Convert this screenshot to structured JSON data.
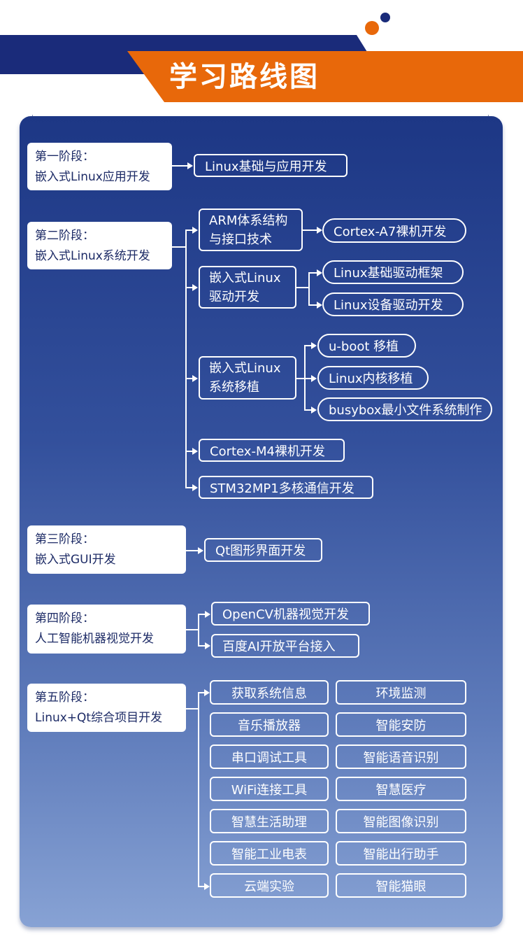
{
  "title": "学习路线图",
  "stages": [
    {
      "name": "第一阶段：",
      "topic": "嵌入式Linux应用开发",
      "items": [
        "Linux基础与应用开发"
      ]
    },
    {
      "name": "第二阶段：",
      "topic": "嵌入式Linux系统开发",
      "groups": [
        {
          "label": [
            "ARM体系结构",
            "与接口技术"
          ],
          "items": [
            "Cortex-A7裸机开发"
          ]
        },
        {
          "label": [
            "嵌入式Linux",
            "驱动开发"
          ],
          "items": [
            "Linux基础驱动框架",
            "Linux设备驱动开发"
          ]
        },
        {
          "label": [
            "嵌入式Linux",
            "系统移植"
          ],
          "items": [
            "u-boot 移植",
            "Linux内核移植",
            "busybox最小文件系统制作"
          ]
        }
      ],
      "items": [
        "Cortex-M4裸机开发",
        "STM32MP1多核通信开发"
      ]
    },
    {
      "name": "第三阶段：",
      "topic": "嵌入式GUI开发",
      "items": [
        "Qt图形界面开发"
      ]
    },
    {
      "name": "第四阶段：",
      "topic": "人工智能机器视觉开发",
      "items": [
        "OpenCV机器视觉开发",
        "百度AI开放平台接入"
      ]
    },
    {
      "name": "第五阶段：",
      "topic": "Linux+Qt综合项目开发",
      "projects_left": [
        "获取系统信息",
        "音乐播放器",
        "串口调试工具",
        "WiFi连接工具",
        "智慧生活助理",
        "智能工业电表",
        "云端实验"
      ],
      "projects_right": [
        "环境监测",
        "智能安防",
        "智能语音识别",
        "智慧医疗",
        "智能图像识别",
        "智能出行助手",
        "智能猫眼"
      ]
    }
  ]
}
